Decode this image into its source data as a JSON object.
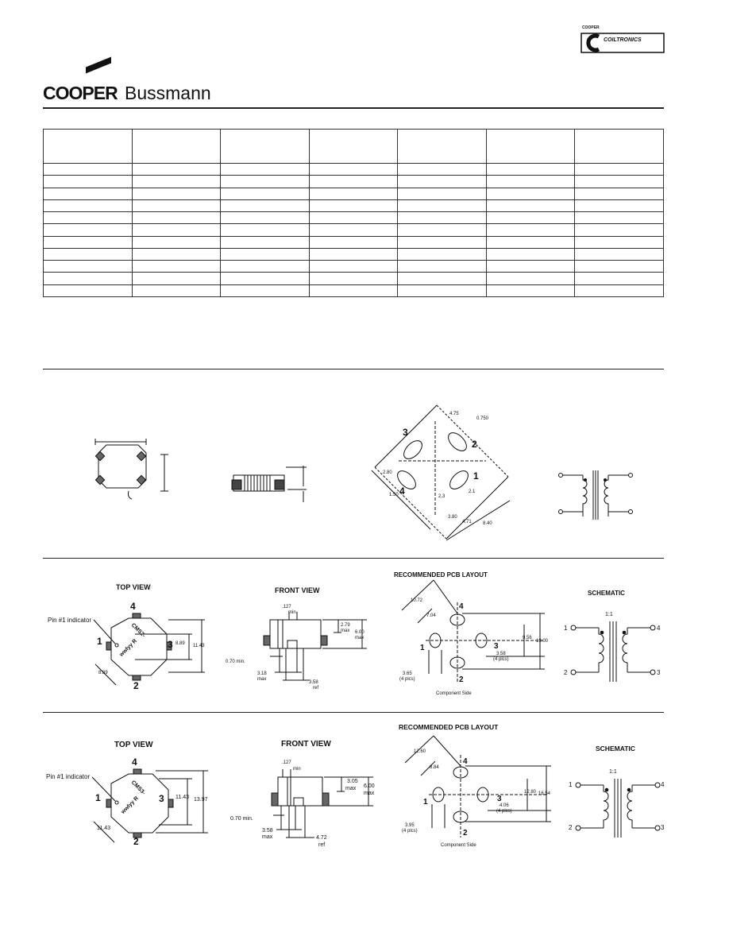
{
  "header": {
    "brand_bold": "COOPER",
    "brand_regular": "Bussmann",
    "sub_brand_top": "COOPER",
    "sub_brand": "COILTRONICS"
  },
  "spec_table": {
    "columns": 7,
    "rows": 11
  },
  "section1": {
    "pcb_labels": [
      "4.75",
      "0.750",
      "2.80",
      "1.50",
      "2.3",
      "2.1",
      "3.80",
      "4.71",
      "8.40"
    ],
    "pins": [
      "1",
      "2",
      "3",
      "4"
    ]
  },
  "section2": {
    "top_view": "TOP VIEW",
    "front_view": "FRONT VIEW",
    "pcb_title": "RECOMMENDED PCB LAYOUT",
    "schematic": "SCHEMATIC",
    "pin_indicator": "Pin #1 indicator",
    "part_text1": "CMS2-",
    "part_text2": "wwlyy R",
    "dim_side": "8.89",
    "dim_height": "11.43",
    "dim_diag": "8.89",
    "front_127": ".127",
    "front_min": "min",
    "front_279": "2.79",
    "front_max": "max",
    "front_600": "6.00",
    "front_max2": "max",
    "front_070": "0.70 min.",
    "front_318": "3.18",
    "front_max3": "max",
    "front_358": "3.58",
    "front_ref": "ref",
    "pcb_1072": "10.72",
    "pcb_704": "7.04",
    "pcb_956": "9.56",
    "pcb_1900": "19.00",
    "pcb_358": "3.58",
    "pcb_4plcs": "(4 plcs)",
    "pcb_365": "3.65",
    "pcb_4plcs2": "(4 plcs)",
    "pcb_component": "Component Side",
    "ratio": "1:1",
    "pins": [
      "1",
      "2",
      "3",
      "4"
    ]
  },
  "section3": {
    "top_view": "TOP VIEW",
    "front_view": "FRONT VIEW",
    "pcb_title": "RECOMMENDED PCB LAYOUT",
    "schematic": "SCHEMATIC",
    "pin_indicator": "Pin #1 indicator",
    "part_text1": "CMS3-",
    "part_text2": "wwlyy R",
    "dim_side": "11.43",
    "dim_height": "13.97",
    "dim_diag": "11.43",
    "front_127": ".127",
    "front_min": "min",
    "front_305": "3.05",
    "front_max": "max",
    "front_600": "6.00",
    "front_max2": "max",
    "front_070": "0.70 min.",
    "front_358": "3.58",
    "front_max3": "max",
    "front_472": "4.72",
    "front_ref": "ref",
    "pcb_1260": "12.60",
    "pcb_884": "8.84",
    "pcb_1280": "12.80",
    "pcb_1654": "16.54",
    "pcb_406": "4.06",
    "pcb_4plcs": "(4 plcs)",
    "pcb_395": "3.95",
    "pcb_4plcs2": "(4 plcs)",
    "pcb_component": "Component Side",
    "ratio": "1:1",
    "pins": [
      "1",
      "2",
      "3",
      "4"
    ]
  }
}
